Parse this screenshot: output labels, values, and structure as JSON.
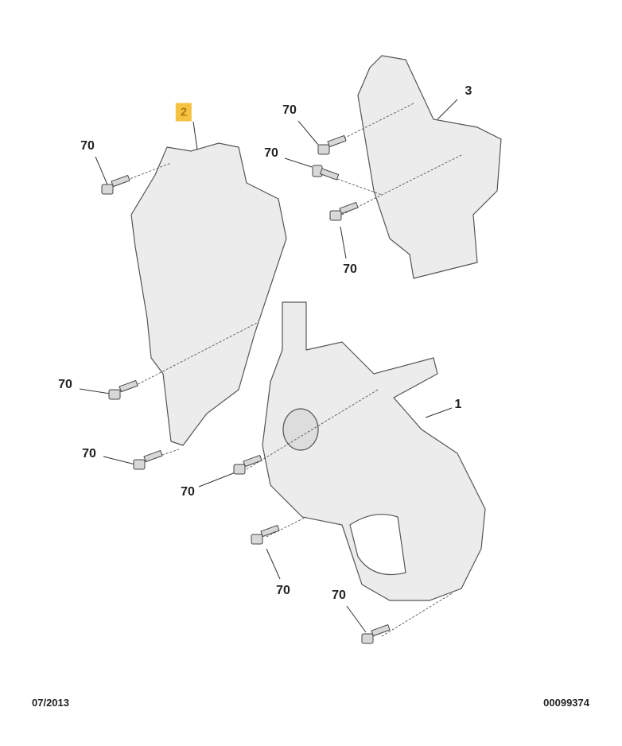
{
  "diagram": {
    "parts": [
      {
        "ref": "2",
        "highlighted": true
      },
      {
        "ref": "3",
        "highlighted": false
      },
      {
        "ref": "1",
        "highlighted": false
      }
    ],
    "fastener_labels": [
      "70",
      "70",
      "70",
      "70",
      "70",
      "70",
      "70",
      "70",
      "70"
    ],
    "highlight_color": "#f5c242"
  },
  "footer": {
    "date": "07/2013",
    "diagram_number": "00099374"
  }
}
